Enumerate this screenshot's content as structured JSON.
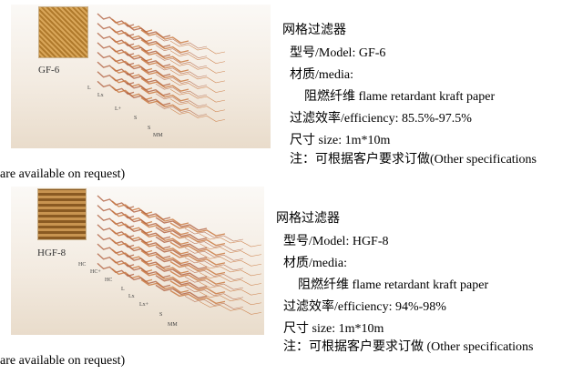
{
  "products": [
    {
      "image_caption": "GF-6",
      "layer_labels": [
        "L",
        "Lx",
        "L+",
        "S",
        "S",
        "MM"
      ],
      "title": "网格过滤器",
      "model": "型号/Model: GF-6",
      "media_label": "材质/media:",
      "media": "阻燃纤维  flame retardant kraft paper",
      "efficiency": "过滤效率/efficiency: 85.5%-97.5%",
      "size": "尺寸  size: 1m*10m",
      "note": "注：可根据客户要求订做(Other specifications",
      "note_cont": "are available on request)"
    },
    {
      "image_caption": "HGF-8",
      "layer_labels": [
        "HC",
        "HC+",
        "HC",
        "L",
        "Lx",
        "Lx+",
        "S",
        "MM"
      ],
      "title": "网格过滤器",
      "model": "型号/Model: HGF-8",
      "media_label": "材质/media:",
      "media": "阻燃纤维  flame retardant kraft paper",
      "efficiency": "过滤效率/efficiency: 94%-98%",
      "size": "尺寸  size: 1m*10m",
      "note": "注：可根据客户要求订做  (Other specifications",
      "note_cont": "are available on request)"
    }
  ]
}
